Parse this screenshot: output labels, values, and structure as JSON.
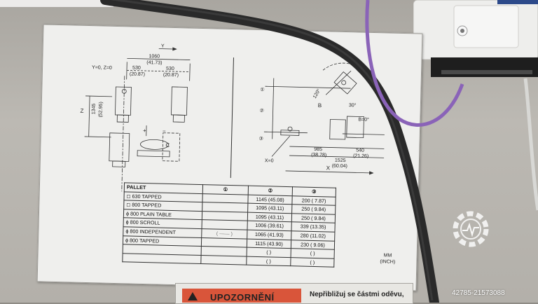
{
  "drawing": {
    "left": {
      "y_axis": "Y",
      "y_total": "1060",
      "y_total_in": "(41.73)",
      "y_left": "530",
      "y_left_in": "(20.87)",
      "y_right": "530",
      "y_right_in": "(20.87)",
      "origin": "Y=0, Z=0",
      "z_axis": "Z",
      "z_value": "1345",
      "z_value_in": "(52.95)",
      "c_axis": "C",
      "plus": "+",
      "minus": "−"
    },
    "right": {
      "angle": "120°",
      "b_angle": "30°",
      "b_axis": "B",
      "b_zero": "B=0°",
      "x_zero": "X=0",
      "x_axis": "X",
      "dim1": "985",
      "dim1_in": "(38.78)",
      "dim2": "540",
      "dim2_in": "(21.26)",
      "dim3": "1525",
      "dim3_in": "(60.04)",
      "marker1": "①",
      "marker2": "②",
      "marker3": "③"
    }
  },
  "table": {
    "header": [
      "PALLET",
      "①",
      "②",
      "③"
    ],
    "rows": [
      {
        "name": "◻ 630 TAPPED",
        "c2": "1145 (45.08)",
        "c3": "200 ( 7.87)"
      },
      {
        "name": "◻ 800 TAPPED",
        "c2": "1095 (43.11)",
        "c3": "250 ( 9.84)"
      },
      {
        "name": "ϕ 800 PLAIN TABLE",
        "c2": "1095 (43.11)",
        "c3": "250 ( 9.84)"
      },
      {
        "name": "ϕ 800 SCROLL",
        "c2": "1006 (39.61)",
        "c3": "339 (13.35)"
      },
      {
        "name": "ϕ 800 INDEPENDENT",
        "c1": "(  ——  )",
        "c2": "1065 (41.93)",
        "c3": "280 (11.02)"
      },
      {
        "name": "ϕ 800 TAPPED",
        "c2": "1115 (43.90)",
        "c3": "230 ( 9.06)"
      },
      {
        "name": "",
        "c2": "(        )",
        "c3": "(        )"
      },
      {
        "name": "",
        "c2": "(        )",
        "c3": "(        )"
      }
    ]
  },
  "units": {
    "mm": "MM",
    "inch": "(INCH)"
  },
  "warning": {
    "title": "UPOZORNĚNÍ",
    "text": "Nepřibližuj se částmi oděvu,"
  },
  "watermark": {
    "id": "42785-21573088"
  },
  "colors": {
    "plate": "#efefed",
    "cable_black": "#2a2a2a",
    "cable_purple": "#8a63b8",
    "warning_red": "#d9553a"
  }
}
